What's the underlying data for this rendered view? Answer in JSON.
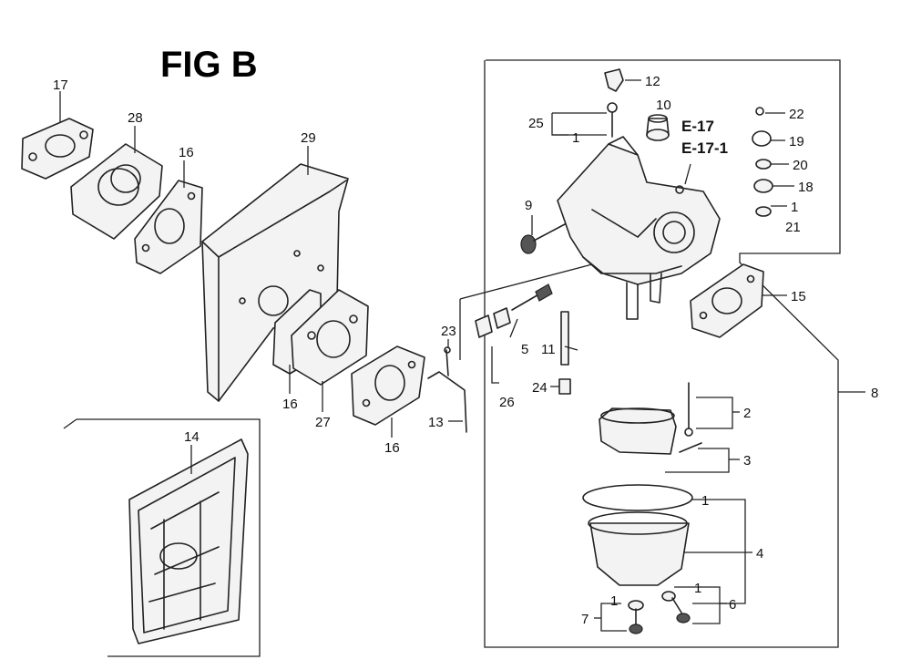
{
  "title": "FIG B",
  "references": [
    "E-17",
    "E-17-1"
  ],
  "callouts": [
    "17",
    "28",
    "16",
    "29",
    "16",
    "27",
    "16",
    "14",
    "23",
    "26",
    "5",
    "11",
    "24",
    "13",
    "12",
    "25",
    "1",
    "10",
    "9",
    "22",
    "19",
    "20",
    "18",
    "1",
    "21",
    "15",
    "8",
    "2",
    "3",
    "1",
    "4",
    "1",
    "6",
    "7",
    "1"
  ]
}
